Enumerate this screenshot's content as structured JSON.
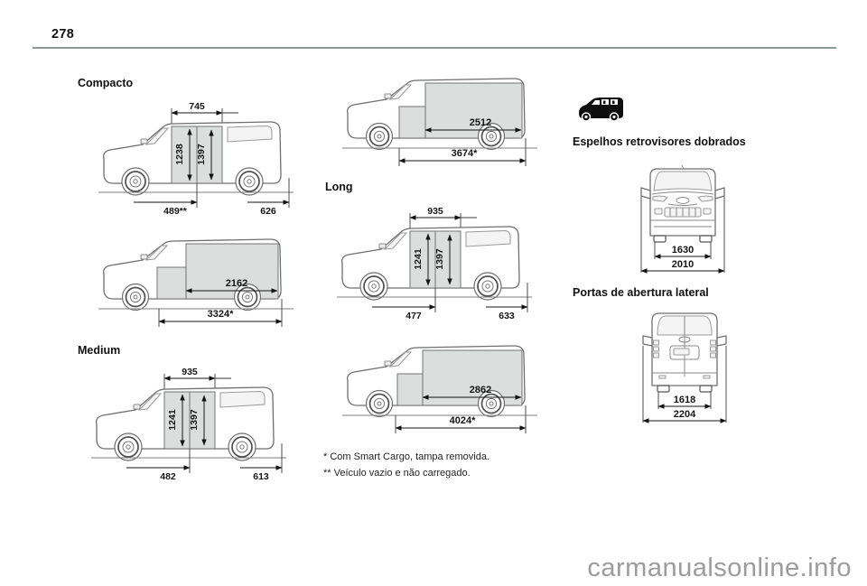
{
  "page": {
    "number": "278",
    "watermark": "carmanualsonline.info"
  },
  "labels": {
    "compacto": "Compacto",
    "medium": "Medium",
    "long": "Long",
    "mirrors": "Espelhos retrovisores dobrados",
    "side_doors": "Portas de abertura lateral"
  },
  "footnotes": {
    "smart_cargo": "* Com Smart Cargo, tampa removida.",
    "empty": "** Veículo vazio e não carregado."
  },
  "diagrams": {
    "compacto_door": {
      "door_width": "745",
      "height_a": "1238",
      "height_b": "1397",
      "offset_front": "489**",
      "offset_rear": "626"
    },
    "compacto_cargo": {
      "load_length": "2162",
      "floor_length": "3324*"
    },
    "medium_cargo": {
      "load_length": "2512",
      "floor_length": "3674*"
    },
    "medium_door": {
      "door_width": "935",
      "height_a": "1241",
      "height_b": "1397",
      "offset_front": "482",
      "offset_rear": "613"
    },
    "long_door": {
      "door_width": "935",
      "height_a": "1241",
      "height_b": "1397",
      "offset_front": "477",
      "offset_rear": "633"
    },
    "long_cargo": {
      "load_length": "2862",
      "floor_length": "4024*"
    },
    "front_view": {
      "inner_width": "1630",
      "overall_width": "2010"
    },
    "rear_view": {
      "inner_width": "1618",
      "overall_width": "2204"
    }
  },
  "icons": {
    "folded_mirrors": "folded-mirrors-van-icon"
  },
  "colors": {
    "rule": "#8e9a94",
    "dimension": "#141414",
    "outline": "#6f6f6f",
    "panel_fill": "#dcdedd",
    "watermark": "#9c9c9c"
  }
}
